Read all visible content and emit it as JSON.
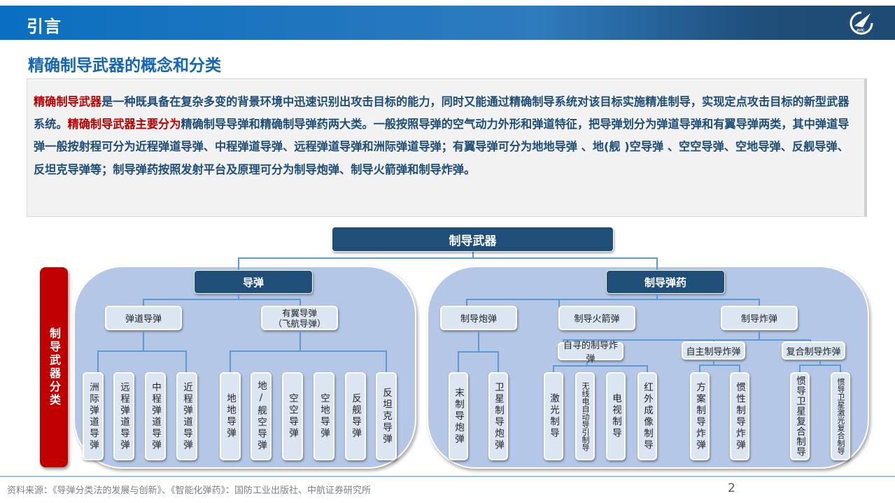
{
  "header": {
    "title": "引言",
    "logo_text": "AVIC"
  },
  "section_title": "精确制导武器的概念和分类",
  "intro": {
    "segments": [
      {
        "text": "精确制导武器",
        "highlight": true
      },
      {
        "text": "是一种既具备在复杂多变的背景环境中迅速识别出攻击目标的能力，同时又能通过精确制导系统对该目标实施精准制导，实现定点攻击目标的新型武器系统。",
        "highlight": false
      },
      {
        "text": "精确制导武器主要分为",
        "highlight": true
      },
      {
        "text": "精确制导导弹和精确制导弹药两大类。一般按照导弹的空气动力外形和弹道特征，把导弹划分为弹道导弹和有翼导弹两类，其中弹道导弹一般按射程可分为近程弹道导弹、中程弹道导弹、远程弹道导弹和洲际弹道导弹；有翼导弹可分为地地导弹 、地(舰 )空导弹 、空空导弹、空地导弹、反舰导弹、反坦克导弹等；制导弹药按照发射平台及原理可分为制导炮弹、制导火箭弹和制导炸弹。",
        "highlight": false
      }
    ]
  },
  "diagram": {
    "side_label": "制导武器分类",
    "root": "制导武器",
    "missile": {
      "label": "导弹",
      "ballistic": {
        "label": "弹道导弹",
        "children": [
          "洲际弹道导弹",
          "远程弹道导弹",
          "中程弹道导弹",
          "近程弹道导弹"
        ]
      },
      "winged": {
        "label_line1": "有翼导弹",
        "label_line2": "（飞航导弹）",
        "children": [
          "地地导弹",
          "地/舰空导弹",
          "空空导弹",
          "空地导弹",
          "反舰导弹",
          "反坦克导弹"
        ]
      }
    },
    "munition": {
      "label": "制导弹药",
      "shell": {
        "label": "制导炮弹",
        "children": [
          "末制导炮弹",
          "卫星制导炮弹"
        ]
      },
      "rocket": {
        "label": "制导火箭弹"
      },
      "bomb": {
        "label": "制导炸弹",
        "seeker": {
          "label": "自寻的制导炸弹",
          "children": [
            "激光制导",
            "无线电自动导引制导",
            "电视制导",
            "红外成像制导"
          ]
        },
        "autonomous": {
          "label": "自主制导炸弹",
          "children": [
            "方案制导炸弹",
            "惯性制导炸弹"
          ]
        },
        "composite": {
          "label": "复合制导炸弹",
          "children": [
            "惯导卫星复合制导",
            "惯导卫星激光复合制导"
          ]
        }
      }
    }
  },
  "footer": {
    "source": "资料来源：《导弹分类法的发展与创新》、《智能化弹药》：国防工业出版社、中航证券研究所",
    "page": "2"
  }
}
